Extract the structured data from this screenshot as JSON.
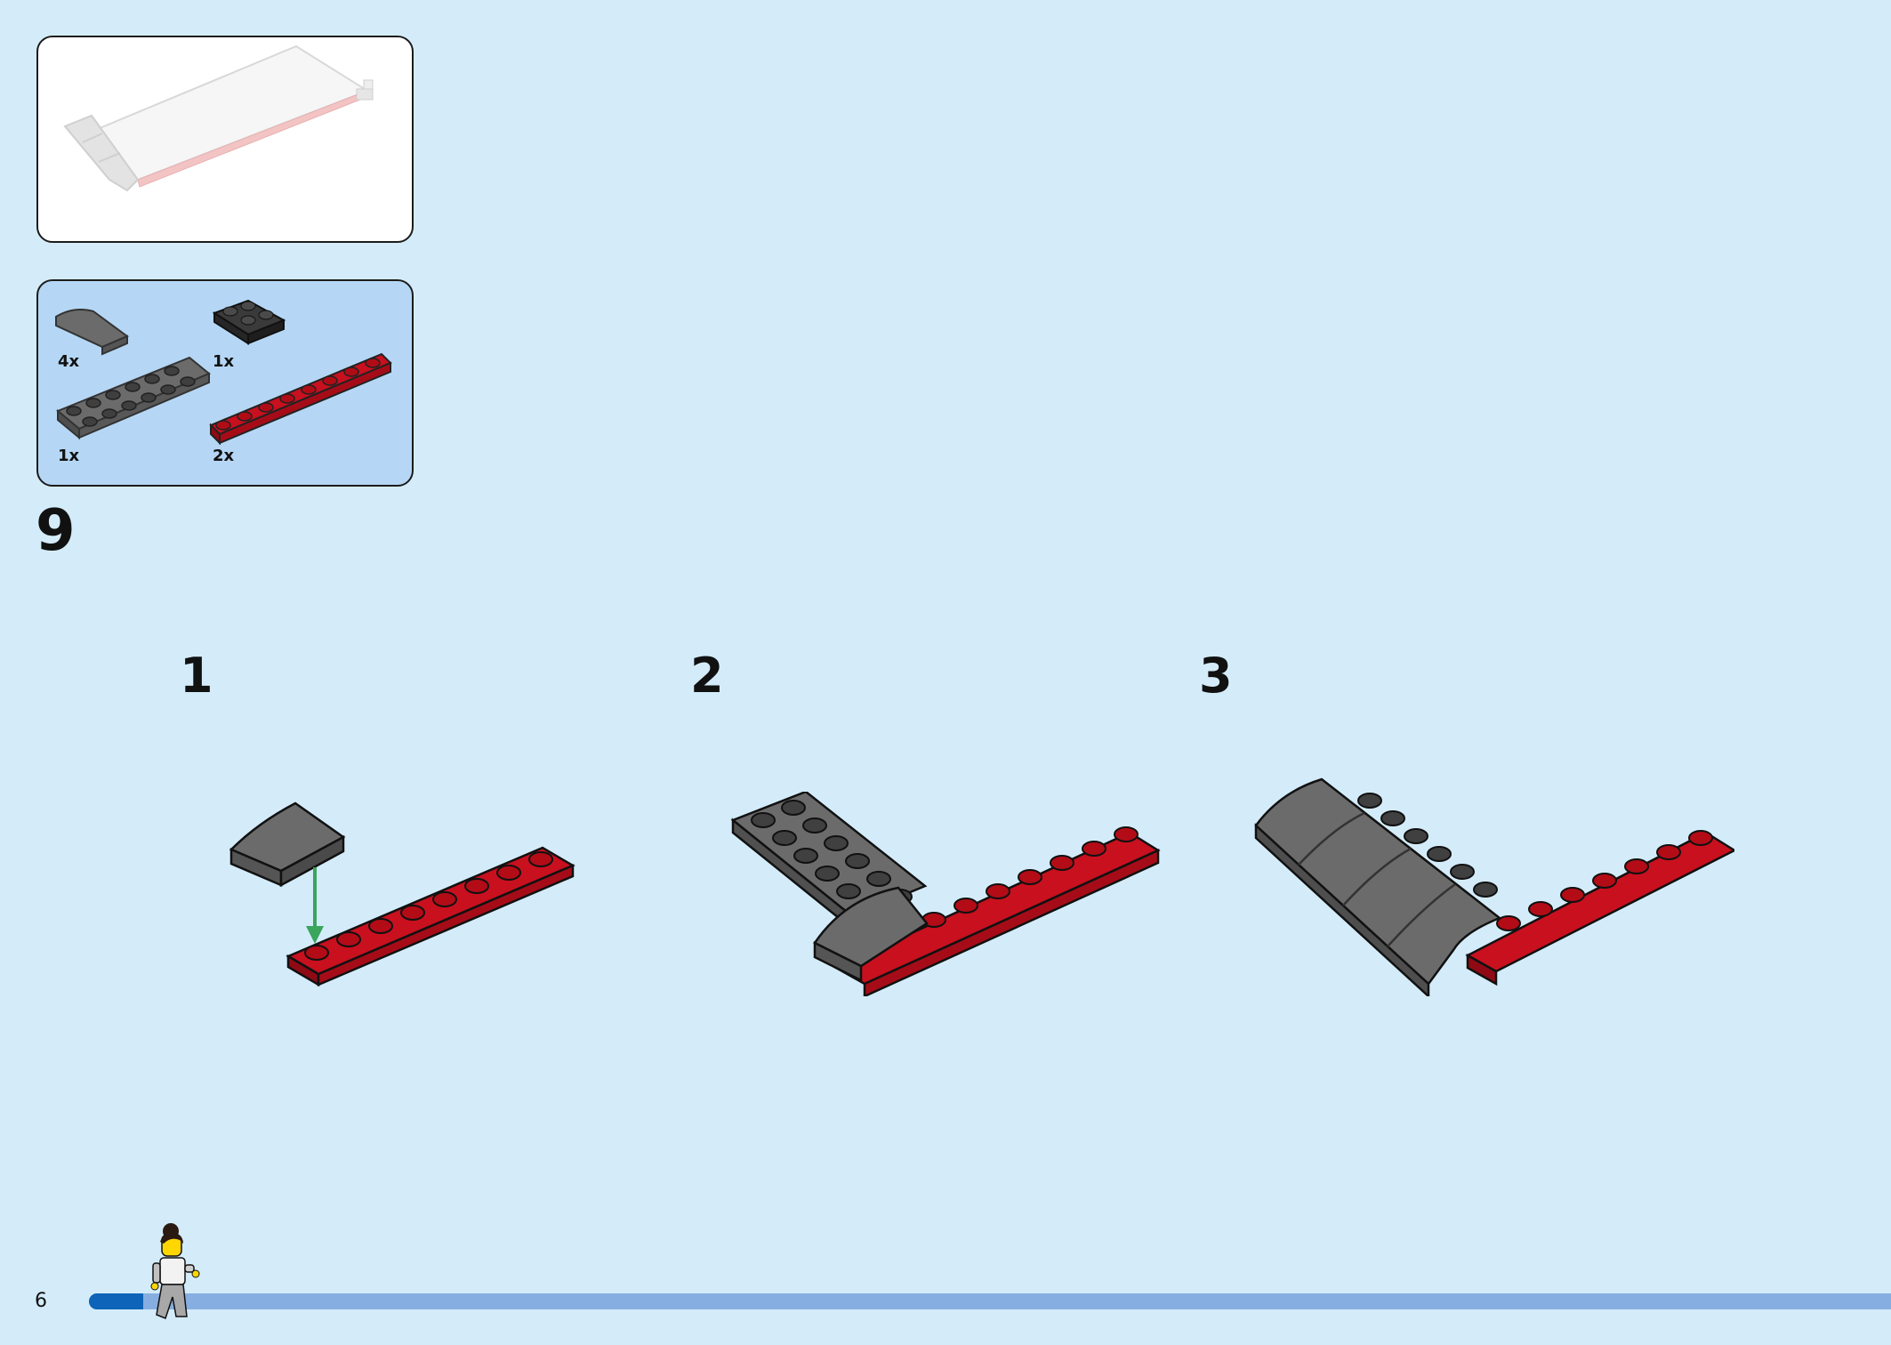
{
  "page": {
    "number": "6",
    "step": "9"
  },
  "parts": [
    {
      "name": "curved-slope-dark-gray",
      "quantity": "4x"
    },
    {
      "name": "plate-with-studs-on-side-black",
      "quantity": "1x"
    },
    {
      "name": "plate-dark-gray",
      "quantity": "1x"
    },
    {
      "name": "plate-red",
      "quantity": "2x"
    }
  ],
  "substeps": [
    {
      "label": "1"
    },
    {
      "label": "2"
    },
    {
      "label": "3"
    }
  ],
  "progress": {
    "fraction": 0.03
  },
  "colors": {
    "page_background": "#d4ecfa",
    "parts_panel": "#b5d7f5",
    "brick_red": "#c8101e",
    "brick_dark_gray": "#6b6b6b",
    "brick_black": "#2a2a2a",
    "arrow_green": "#3aa55c",
    "progress_fill": "#0d64b8",
    "progress_track": "#86aee0"
  },
  "icons": [
    "minifigure-icon",
    "placement-arrow-icon"
  ]
}
